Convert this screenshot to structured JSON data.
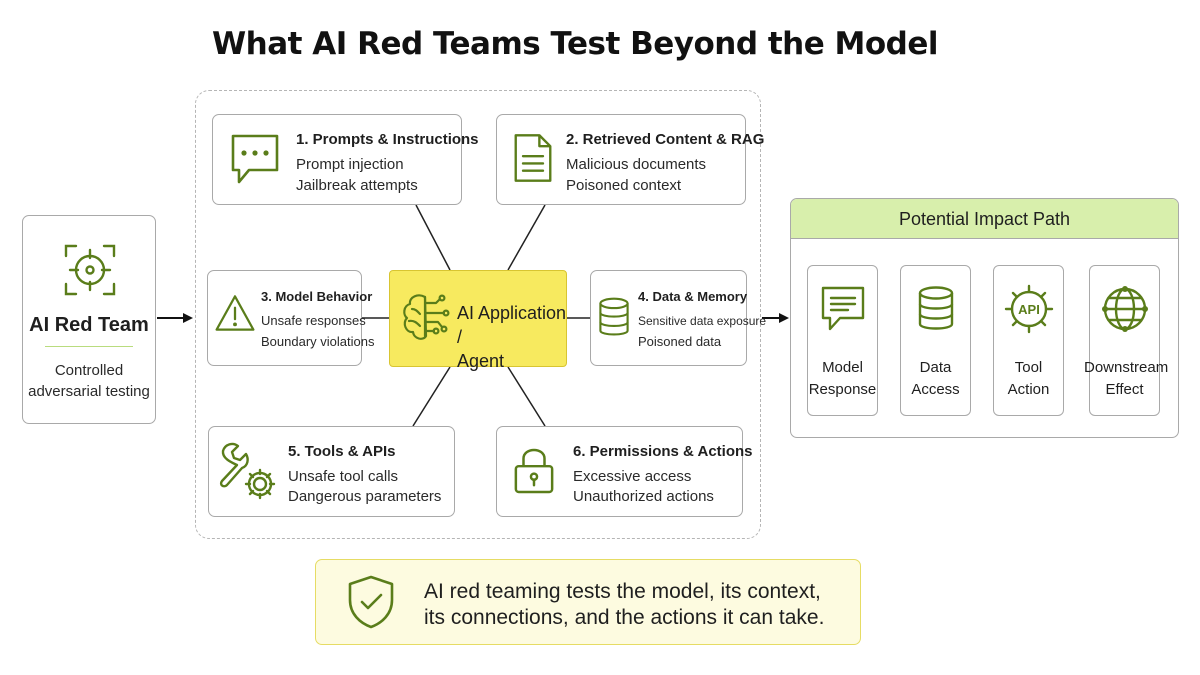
{
  "title": "What AI Red Teams Test Beyond the Model",
  "colors": {
    "accent_green": "#5a7d1a",
    "center_fill": "#f7ea5f",
    "impact_header": "#d8efac",
    "summary_fill": "#fdfbe0"
  },
  "red_team": {
    "icon": "target-crosshair-icon",
    "title": "AI Red Team",
    "description_lines": [
      "Controlled",
      "adversarial testing"
    ]
  },
  "center": {
    "icon": "brain-circuit-icon",
    "label_lines": [
      "AI Application /",
      "Agent"
    ]
  },
  "cards": [
    {
      "icon": "chat-bubble-icon",
      "title": "1. Prompts & Instructions",
      "lines": [
        "Prompt injection",
        "Jailbreak attempts"
      ]
    },
    {
      "icon": "document-icon",
      "title": "2. Retrieved Content & RAG",
      "lines": [
        "Malicious documents",
        "Poisoned context"
      ]
    },
    {
      "icon": "warning-triangle-icon",
      "title": "3. Model Behavior",
      "lines": [
        "Unsafe responses",
        "Boundary violations"
      ]
    },
    {
      "icon": "database-icon",
      "title": "4. Data & Memory",
      "lines": [
        "Sensitive data exposure",
        "Poisoned data"
      ]
    },
    {
      "icon": "wrench-gear-icon",
      "title": "5. Tools & APIs",
      "lines": [
        "Unsafe tool calls",
        "Dangerous parameters"
      ]
    },
    {
      "icon": "padlock-icon",
      "title": "6. Permissions & Actions",
      "lines": [
        "Excessive access",
        "Unauthorized actions"
      ]
    }
  ],
  "impact_path": {
    "title": "Potential Impact Path",
    "steps": [
      {
        "icon": "response-bubble-icon",
        "label_lines": [
          "Model",
          "Response"
        ]
      },
      {
        "icon": "database-icon",
        "label_lines": [
          "Data",
          "Access"
        ]
      },
      {
        "icon": "api-gear-icon",
        "badge": "API",
        "label_lines": [
          "Tool",
          "Action"
        ]
      },
      {
        "icon": "globe-network-icon",
        "label_lines": [
          "Downstream",
          "Effect"
        ]
      }
    ]
  },
  "summary": {
    "icon": "shield-check-icon",
    "lines": [
      "AI red teaming tests the model, its context,",
      "its connections, and the actions it can take."
    ]
  }
}
